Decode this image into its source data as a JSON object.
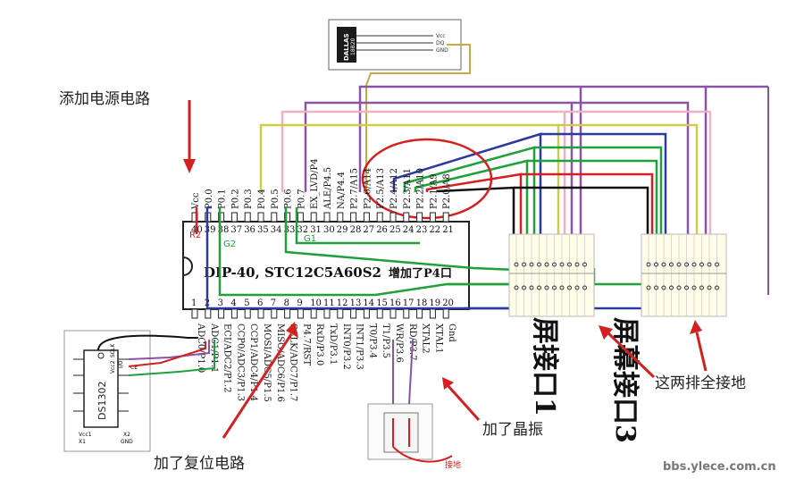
{
  "annotations": {
    "power": "添加电源电路",
    "reset": "加了复位电路",
    "crystal": "加了晶振",
    "ground_rows": "这两排全接地",
    "ground_small": "接地"
  },
  "chip": {
    "label": "DIP-40, STC12C5A60S2",
    "label_suffix": "增加了P4口",
    "top_pins": [
      {
        "num": "40",
        "name": "Vcc"
      },
      {
        "num": "39",
        "name": "P0.0"
      },
      {
        "num": "38",
        "name": "P0.1"
      },
      {
        "num": "37",
        "name": "P0.2"
      },
      {
        "num": "36",
        "name": "P0.3"
      },
      {
        "num": "35",
        "name": "P0.4"
      },
      {
        "num": "34",
        "name": "P0.5"
      },
      {
        "num": "33",
        "name": "P0.6"
      },
      {
        "num": "32",
        "name": "P0.7"
      },
      {
        "num": "31",
        "name": "EX_LVD/P4"
      },
      {
        "num": "30",
        "name": "ALE/P4.5"
      },
      {
        "num": "29",
        "name": "NA/P4.4"
      },
      {
        "num": "28",
        "name": "P2.7/A15"
      },
      {
        "num": "27",
        "name": "P2.6/A14"
      },
      {
        "num": "26",
        "name": "P2.5/A13"
      },
      {
        "num": "25",
        "name": "P2.4/A12"
      },
      {
        "num": "24",
        "name": "P2.3/A11"
      },
      {
        "num": "23",
        "name": "P2.2/A10"
      },
      {
        "num": "22",
        "name": "P2.1/A9"
      },
      {
        "num": "21",
        "name": "P2.0/A8"
      }
    ],
    "bottom_pins": [
      {
        "num": "1",
        "name": "ADC0/P1.0"
      },
      {
        "num": "2",
        "name": "ADC1/P1.1"
      },
      {
        "num": "3",
        "name": "ECI/ADC2/P1.2"
      },
      {
        "num": "4",
        "name": "CCP0/ADC3/P1.3"
      },
      {
        "num": "5",
        "name": "CCP1/ADC4/P1.4"
      },
      {
        "num": "6",
        "name": "MOSI/ADC5/P1.5"
      },
      {
        "num": "7",
        "name": "MISO/ADC6/P1.6"
      },
      {
        "num": "8",
        "name": "SCLK/ADC7/P1.7"
      },
      {
        "num": "9",
        "name": "P4.7/RST"
      },
      {
        "num": "10",
        "name": "RxD/P3.0"
      },
      {
        "num": "11",
        "name": "TxD/P3.1"
      },
      {
        "num": "12",
        "name": "INT0/P3.2"
      },
      {
        "num": "13",
        "name": "INT1/P3.3"
      },
      {
        "num": "14",
        "name": "T0/P3.4"
      },
      {
        "num": "15",
        "name": "T1/P3.5"
      },
      {
        "num": "16",
        "name": "WR/P3.6"
      },
      {
        "num": "17",
        "name": "RD/P3.7"
      },
      {
        "num": "18",
        "name": "XTAL2"
      },
      {
        "num": "19",
        "name": "XTAL1"
      },
      {
        "num": "20",
        "name": "Gnd"
      }
    ]
  },
  "wire_labels": {
    "r2": "R2",
    "g2": "G2",
    "g1": "G1"
  },
  "sensor": {
    "brand": "DALLAS",
    "model": "18B20",
    "pin_vcc": "Vcc",
    "pin_dq": "DQ",
    "pin_gnd": "GND"
  },
  "rtc": {
    "model": "DS1302",
    "vcc2": "Vcc2",
    "sclk": "SCLK",
    "io": "I/O",
    "ce": "CE",
    "vcc1": "Vcc1",
    "x1": "X1",
    "x2": "X2",
    "gnd": "GND"
  },
  "connectors": {
    "port1": "屏接口1",
    "port3": "屏幕接口3"
  },
  "watermark": "bbs.ylece.com.cn",
  "colors": {
    "red": "#d42020",
    "green": "#1fa03a",
    "blue": "#2a3aa0",
    "purple": "#8a52a8",
    "pink": "#f2b0c8",
    "yellow": "#cfcc4a",
    "olive": "#c9a848",
    "black": "#111111",
    "magenta": "#c050c0"
  }
}
